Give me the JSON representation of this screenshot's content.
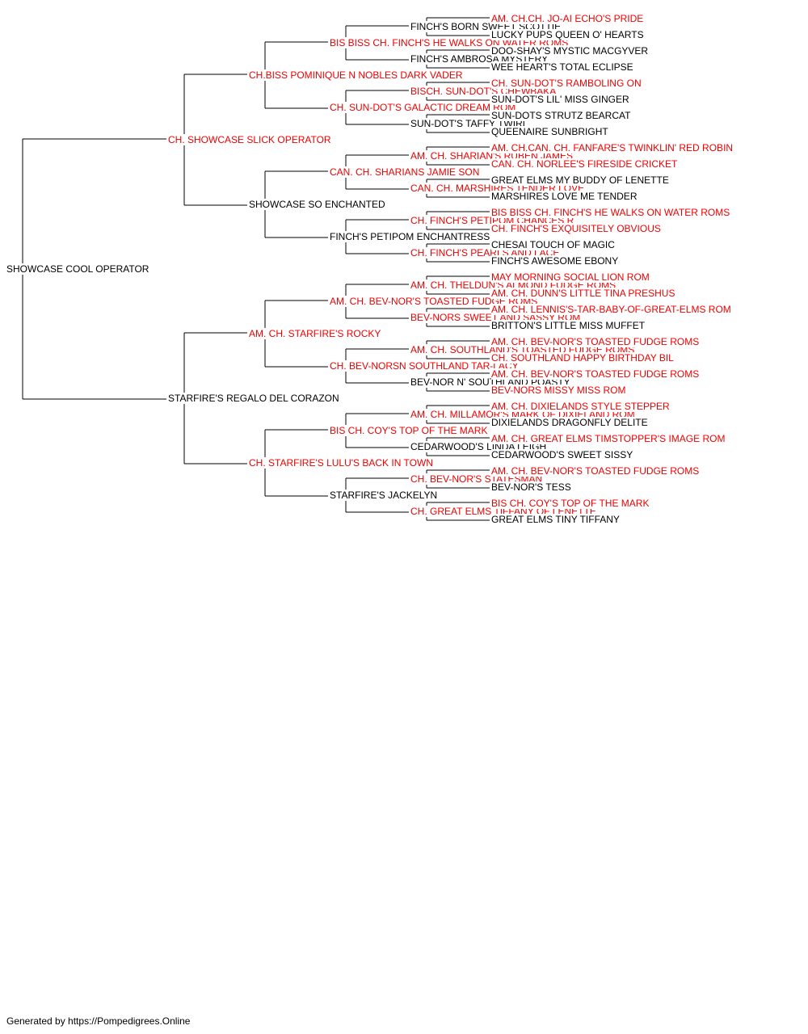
{
  "colors": {
    "champion": "#ee0000",
    "regular": "#000000",
    "lines": "#000000"
  },
  "pedigree": [
    {
      "name": "SHOWCASE COOL OPERATOR",
      "red": false,
      "sire": {
        "name": "CH. SHOWCASE SLICK OPERATOR",
        "red": true,
        "sire": {
          "name": "CH.BISS POMINIQUE N NOBLES DARK VADER",
          "red": true,
          "sire": {
            "name": "BIS BISS CH. FINCH'S HE WALKS ON WATER ROMS",
            "red": true,
            "sire": {
              "name": "FINCH'S BORN SWEET SCOTTIE",
              "red": false,
              "sire": {
                "name": "AM. CH.CH. JO-AI ECHO'S PRIDE",
                "red": true
              },
              "dam": {
                "name": "LUCKY PUPS QUEEN O' HEARTS",
                "red": false
              }
            },
            "dam": {
              "name": "FINCH'S AMBROSA MYSTERY",
              "red": false,
              "sire": {
                "name": "DOO-SHAY'S MYSTIC MACGYVER",
                "red": false
              },
              "dam": {
                "name": "WEE HEART'S TOTAL ECLIPSE",
                "red": false
              }
            }
          },
          "dam": {
            "name": "CH. SUN-DOT'S GALACTIC DREAM ROM",
            "red": true,
            "sire": {
              "name": "BISCH. SUN-DOT'S CHEWBAKA",
              "red": true,
              "sire": {
                "name": "CH. SUN-DOT'S RAMBOLING ON",
                "red": true
              },
              "dam": {
                "name": "SUN-DOT'S LIL' MISS GINGER",
                "red": false
              }
            },
            "dam": {
              "name": "SUN-DOT'S TAFFY TWIRL",
              "red": false,
              "sire": {
                "name": "SUN-DOTS STRUTZ BEARCAT",
                "red": false
              },
              "dam": {
                "name": "QUEENAIRE SUNBRIGHT",
                "red": false
              }
            }
          }
        },
        "dam": {
          "name": "SHOWCASE SO ENCHANTED",
          "red": false,
          "sire": {
            "name": "CAN. CH. SHARIANS JAMIE SON",
            "red": true,
            "sire": {
              "name": "AM. CH. SHARIAN'S RUBEN JAMES",
              "red": true,
              "sire": {
                "name": "AM. CH.CAN. CH. FANFARE'S TWINKLIN' RED ROBIN",
                "red": true
              },
              "dam": {
                "name": "CAN. CH. NORLEE'S FIRESIDE CRICKET",
                "red": true
              }
            },
            "dam": {
              "name": "CAN. CH. MARSHIRES TENDER LOVE",
              "red": true,
              "sire": {
                "name": "GREAT ELMS MY BUDDY OF LENETTE",
                "red": false
              },
              "dam": {
                "name": "MARSHIRES LOVE ME TENDER",
                "red": false
              }
            }
          },
          "dam": {
            "name": "FINCH'S PETIPOM ENCHANTRESS",
            "red": false,
            "sire": {
              "name": "CH. FINCH'S PETIPOM CHANCES R",
              "red": true,
              "sire": {
                "name": "BIS BISS CH. FINCH'S HE WALKS ON WATER ROMS",
                "red": true
              },
              "dam": {
                "name": "CH. FINCH'S EXQUISITELY OBVIOUS",
                "red": true
              }
            },
            "dam": {
              "name": "CH. FINCH'S PEARLS AND LACE",
              "red": true,
              "sire": {
                "name": "CHESAI TOUCH OF MAGIC",
                "red": false
              },
              "dam": {
                "name": "FINCH'S AWESOME EBONY",
                "red": false
              }
            }
          }
        }
      },
      "dam": {
        "name": "STARFIRE'S REGALO DEL CORAZON",
        "red": false,
        "sire": {
          "name": "AM. CH. STARFIRE'S ROCKY",
          "red": true,
          "sire": {
            "name": "AM. CH. BEV-NOR'S TOASTED FUDGE ROMS",
            "red": true,
            "sire": {
              "name": "AM. CH. THELDUN'S ALMOND FUDGE ROMS",
              "red": true,
              "sire": {
                "name": "MAY MORNING SOCIAL LION ROM",
                "red": true
              },
              "dam": {
                "name": "AM. CH. DUNN'S LITTLE TINA PRESHUS",
                "red": true
              }
            },
            "dam": {
              "name": "BEV-NORS SWEET AND SASSY ROM",
              "red": true,
              "sire": {
                "name": "AM. CH. LENNIS'S-TAR-BABY-OF-GREAT-ELMS ROM",
                "red": true
              },
              "dam": {
                "name": "BRITTON'S LITTLE MISS MUFFET",
                "red": false
              }
            }
          },
          "dam": {
            "name": "CH. BEV-NORSN SOUTHLAND TAR-LACY",
            "red": true,
            "sire": {
              "name": "AM. CH. SOUTHLAND'S TOASTED FUDGE ROMS",
              "red": true,
              "sire": {
                "name": "AM. CH. BEV-NOR'S TOASTED FUDGE ROMS",
                "red": true
              },
              "dam": {
                "name": "CH. SOUTHLAND HAPPY BIRTHDAY BIL",
                "red": true
              }
            },
            "dam": {
              "name": "BEV-NOR N' SOUTHLAND POASTY",
              "red": false,
              "sire": {
                "name": "AM. CH. BEV-NOR'S TOASTED FUDGE ROMS",
                "red": true
              },
              "dam": {
                "name": "BEV-NORS MISSY MISS ROM",
                "red": true
              }
            }
          }
        },
        "dam": {
          "name": "CH. STARFIRE'S LULU'S BACK IN TOWN",
          "red": true,
          "sire": {
            "name": "BIS CH. COY'S TOP OF THE MARK",
            "red": true,
            "sire": {
              "name": "AM. CH. MILLAMOR'S MARK OF DIXIELAND ROM",
              "red": true,
              "sire": {
                "name": "AM. CH. DIXIELANDS STYLE STEPPER",
                "red": true
              },
              "dam": {
                "name": "DIXIELANDS DRAGONFLY DELITE",
                "red": false
              }
            },
            "dam": {
              "name": "CEDARWOOD'S LINDA LEIGH",
              "red": false,
              "sire": {
                "name": "AM. CH. GREAT ELMS TIMSTOPPER'S IMAGE ROM",
                "red": true
              },
              "dam": {
                "name": "CEDARWOOD'S SWEET SISSY",
                "red": false
              }
            }
          },
          "dam": {
            "name": "STARFIRE'S JACKELYN",
            "red": false,
            "sire": {
              "name": "CH. BEV-NOR'S STATESMAN",
              "red": true,
              "sire": {
                "name": "AM. CH. BEV-NOR'S TOASTED FUDGE ROMS",
                "red": true
              },
              "dam": {
                "name": "BEV-NOR'S TESS",
                "red": false
              }
            },
            "dam": {
              "name": "CH. GREAT ELMS TIFFANY OF LENETTE",
              "red": true,
              "sire": {
                "name": "BIS CH. COY'S TOP OF THE MARK",
                "red": true
              },
              "dam": {
                "name": "GREAT ELMS TINY TIFFANY",
                "red": false
              }
            }
          }
        }
      }
    }
  ],
  "footer": {
    "text": "Generated by https://Pompedigrees.Online"
  }
}
